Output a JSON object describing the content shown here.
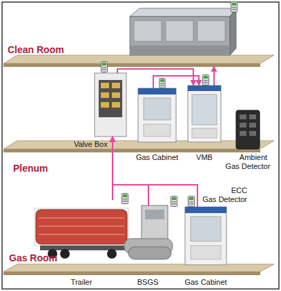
{
  "diagram": {
    "nodes": [
      {
        "text": [
          "Clean Room"
        ]
      },
      {
        "text": [
          "Plenum"
        ]
      },
      {
        "text": [
          "Valve Box"
        ]
      },
      {
        "text": [
          "Gas Cabinet"
        ]
      },
      {
        "text": [
          "VMB"
        ]
      },
      {
        "text": [
          "Ambient Gas Detector"
        ]
      },
      {
        "text": [
          "Gas Room"
        ]
      },
      {
        "text": [
          "Trailer"
        ]
      },
      {
        "text": [
          "BSGS"
        ]
      },
      {
        "text": [
          "Gas Cabinet"
        ]
      }
    ],
    "edges": [
      {
        "from": 7,
        "to": 2,
        "arrow": "to"
      },
      {
        "from": 8,
        "to": 2,
        "arrow": "to"
      },
      {
        "from": 9,
        "to": 2,
        "arrow": "to"
      },
      {
        "from": 2,
        "to": 4,
        "arrow": "to"
      },
      {
        "from": 3,
        "to": 4,
        "arrow": "to"
      },
      {
        "from": 4,
        "to": 0,
        "arrow": "to"
      }
    ],
    "labels": [
      "ECC Gas Detector"
    ]
  }
}
